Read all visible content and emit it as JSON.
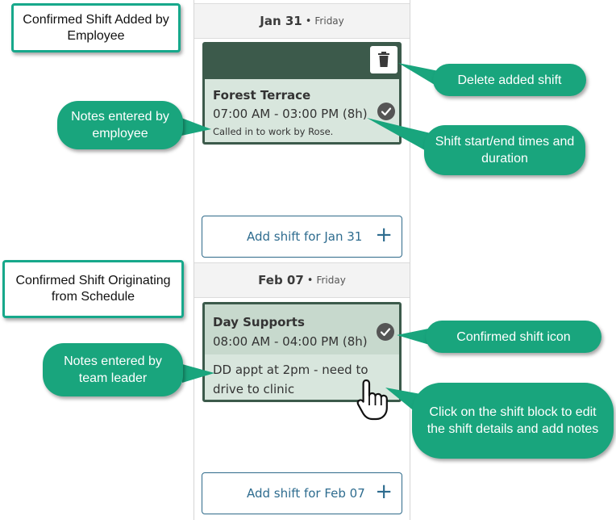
{
  "day1": {
    "date": "Jan 31",
    "separator": "•",
    "weekday": "Friday",
    "shift": {
      "location": "Forest Terrace",
      "time": "07:00 AM - 03:00 PM (8h)",
      "note": "Called in to work by Rose."
    },
    "add_label": "Add shift for Jan 31",
    "add_icon": "+"
  },
  "day2": {
    "date": "Feb 07",
    "separator": "•",
    "weekday": "Friday",
    "shift": {
      "location": "Day Supports",
      "time": "08:00 AM - 04:00 PM (8h)",
      "note": "DD appt at 2pm - need to drive to clinic"
    },
    "add_label": "Add shift for Feb 07",
    "add_icon": "+"
  },
  "labels": {
    "added_by_employee": "Confirmed Shift Added by Employee",
    "from_schedule": "Confirmed Shift Originating from Schedule"
  },
  "callouts": {
    "delete": "Delete added shift",
    "notes_employee": "Notes entered by employee",
    "start_end": "Shift start/end times and duration",
    "confirmed_icon": "Confirmed shift icon",
    "notes_leader": "Notes entered by team leader",
    "click_block": "Click on the shift block to edit the shift details and add notes"
  },
  "colors": {
    "shift_dark": "#3c5a4b",
    "shift_light": "#d8e6dd",
    "callout_green": "#19a57d",
    "link_blue": "#2e6c8f"
  },
  "icons": {
    "delete": "trash-icon",
    "confirmed": "check-circle-icon",
    "add": "plus-icon",
    "cursor": "hand-pointer-icon"
  }
}
